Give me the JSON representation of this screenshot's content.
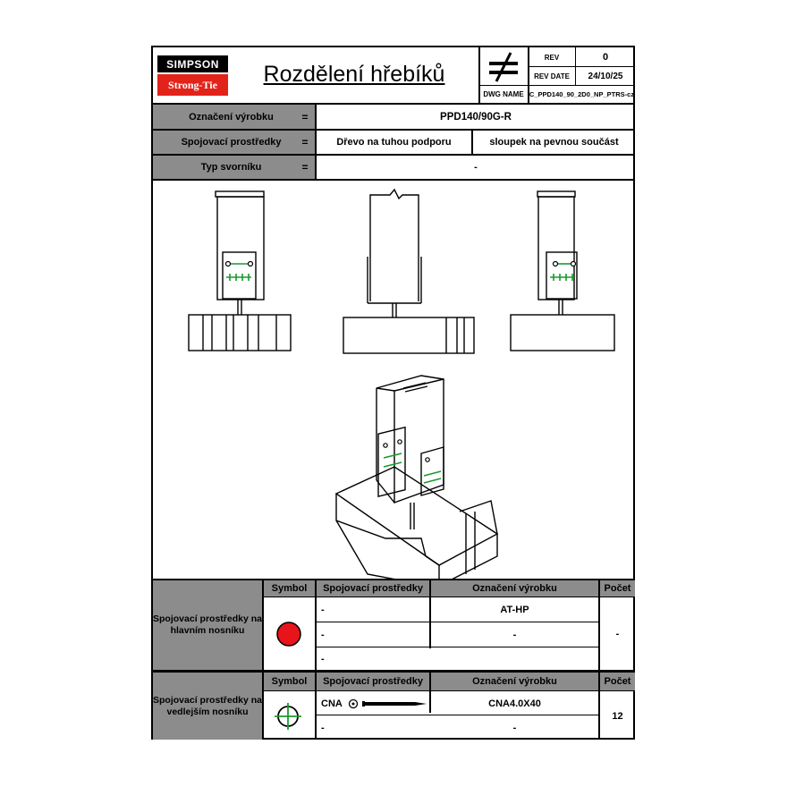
{
  "header": {
    "logo_top": "SIMPSON",
    "logo_bottom": "Strong-Tie",
    "title": "Rozdělení hřebíků",
    "rev_label": "REV",
    "rev_value": "0",
    "rev_date_label": "REV DATE",
    "rev_date_value": "24/10/25",
    "dwg_name_label": "DWG NAME",
    "dwg_name_value": "C_PPD140_90_2D0_NP_PTRS-cz"
  },
  "info": {
    "product_label": "Označení výrobku",
    "fastener_label": "Spojovací prostředky",
    "bolt_label": "Typ svorníku",
    "equals": "=",
    "product_value": "PPD140/90G-R",
    "fastener_value_1": "Dřevo na tuhou podporu",
    "fastener_value_2": "sloupek na pevnou součást",
    "bolt_value": "-"
  },
  "table_main": {
    "row_label": "Spojovací prostředky na hlavním nosníku",
    "col_symbol": "Symbol",
    "col_fastener": "Spojovací prostředky",
    "col_product": "Označení výrobku",
    "col_count": "Počet",
    "rows": [
      {
        "fastener": "-",
        "product": "AT-HP"
      },
      {
        "fastener": "-",
        "product": "-"
      },
      {
        "fastener": "-",
        "product": ""
      }
    ],
    "count": "-",
    "symbol_color": "#e8141c"
  },
  "table_secondary": {
    "row_label": "Spojovací prostředky na vedlejším nosníku",
    "col_symbol": "Symbol",
    "col_fastener": "Spojovací prostředky",
    "col_product": "Označení výrobku",
    "col_count": "Počet",
    "rows": [
      {
        "fastener": "CNA",
        "product": "CNA4.0X40"
      },
      {
        "fastener": "-",
        "product": "-"
      }
    ],
    "count": "12",
    "symbol_color": "#1a9a2e"
  },
  "colors": {
    "grey": "#8c8c8c",
    "nail_green": "#1a9a2e"
  }
}
